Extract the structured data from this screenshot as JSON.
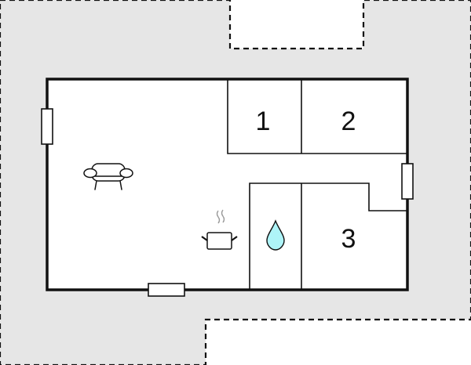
{
  "floorplan": {
    "colors": {
      "plot_fill": "#e6e6e6",
      "interior_fill": "#ffffff",
      "wall": "#111111",
      "water_drop": "#aef4f8",
      "steam": "#999999"
    },
    "rooms": [
      {
        "id": "bedroom-1",
        "label": "1"
      },
      {
        "id": "bedroom-2",
        "label": "2"
      },
      {
        "id": "bedroom-3",
        "label": "3"
      }
    ],
    "icons": [
      {
        "name": "sofa-icon",
        "room": "living-room"
      },
      {
        "name": "cooking-pot-icon",
        "room": "kitchen"
      },
      {
        "name": "water-drop-icon",
        "room": "bathroom"
      }
    ],
    "windows": [
      {
        "name": "window-left"
      },
      {
        "name": "window-right"
      },
      {
        "name": "window-bottom"
      }
    ]
  }
}
